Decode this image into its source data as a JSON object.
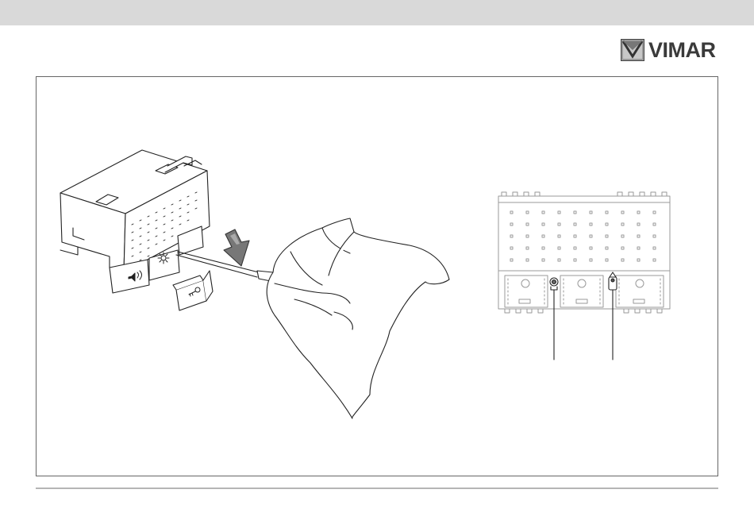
{
  "header": {
    "brand": "VIMAR",
    "accent_color": "#d9d9d9"
  },
  "figure": {
    "left_illustration": "module-removal-with-screwdriver",
    "right_illustration": "front-view-with-indicators",
    "icons": [
      "speaker-icon",
      "light-icon",
      "key-icon",
      "arrow-down-icon"
    ]
  }
}
